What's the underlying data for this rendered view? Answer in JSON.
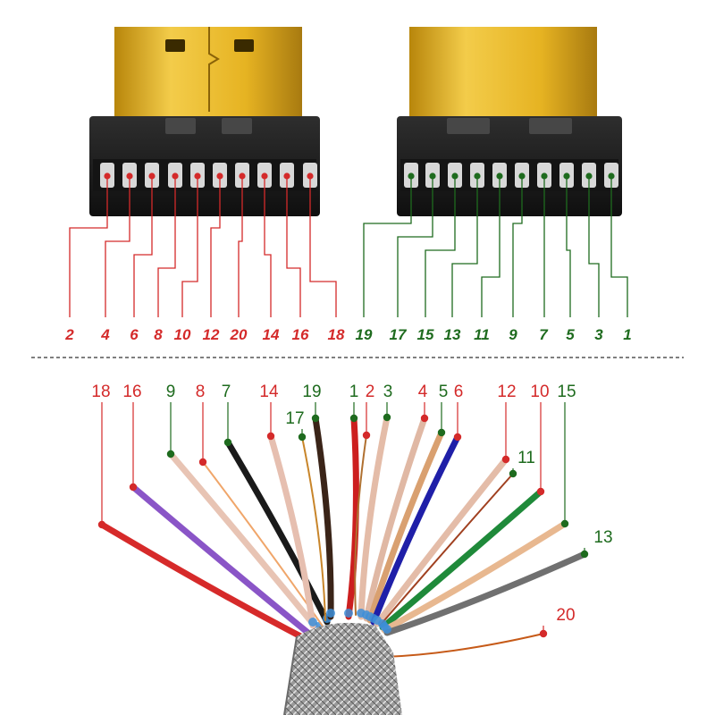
{
  "colors": {
    "red": "#d42a2a",
    "green": "#1e6b1e",
    "gold": "#e6b322",
    "housing": "#1c1c1c",
    "contact": "#d8d8d8"
  },
  "connector_left": {
    "pins": [
      "2",
      "4",
      "6",
      "8",
      "10",
      "12",
      "20",
      "14",
      "16",
      "18"
    ],
    "pin_colors": [
      "red",
      "red",
      "red",
      "red",
      "red",
      "red",
      "red",
      "red",
      "red",
      "red"
    ]
  },
  "connector_right": {
    "pins": [
      "19",
      "17",
      "15",
      "13",
      "11",
      "9",
      "7",
      "5",
      "3",
      "1"
    ],
    "pin_colors": [
      "green",
      "green",
      "green",
      "green",
      "green",
      "green",
      "green",
      "green",
      "green",
      "green"
    ]
  },
  "wires": [
    {
      "label": "18",
      "label_color": "red",
      "wire_color": "#d62a2a"
    },
    {
      "label": "16",
      "label_color": "red",
      "wire_color": "#8a55c7"
    },
    {
      "label": "9",
      "label_color": "green",
      "wire_color": "#e8c4b4"
    },
    {
      "label": "8",
      "label_color": "red",
      "wire_color": "#f0a66a"
    },
    {
      "label": "7",
      "label_color": "green",
      "wire_color": "#1a1a1a"
    },
    {
      "label": "14",
      "label_color": "red",
      "wire_color": "#e6bfb0"
    },
    {
      "label": "17",
      "label_color": "green",
      "wire_color": "#c8852a"
    },
    {
      "label": "19",
      "label_color": "green",
      "wire_color": "#3a2418"
    },
    {
      "label": "1",
      "label_color": "green",
      "wire_color": "#cc1f1f"
    },
    {
      "label": "2",
      "label_color": "red",
      "wire_color": "#b07030"
    },
    {
      "label": "3",
      "label_color": "green",
      "wire_color": "#e4bca8"
    },
    {
      "label": "4",
      "label_color": "red",
      "wire_color": "#e0b8a4"
    },
    {
      "label": "5",
      "label_color": "green",
      "wire_color": "#d9a070"
    },
    {
      "label": "6",
      "label_color": "red",
      "wire_color": "#1f1fa8"
    },
    {
      "label": "12",
      "label_color": "red",
      "wire_color": "#e4bca8"
    },
    {
      "label": "11",
      "label_color": "green",
      "wire_color": "#a04020"
    },
    {
      "label": "10",
      "label_color": "red",
      "wire_color": "#1f8a3a"
    },
    {
      "label": "15",
      "label_color": "green",
      "wire_color": "#e8b890"
    },
    {
      "label": "13",
      "label_color": "green",
      "wire_color": "#707070"
    },
    {
      "label": "20",
      "label_color": "red",
      "wire_color": "#c65a18"
    }
  ]
}
